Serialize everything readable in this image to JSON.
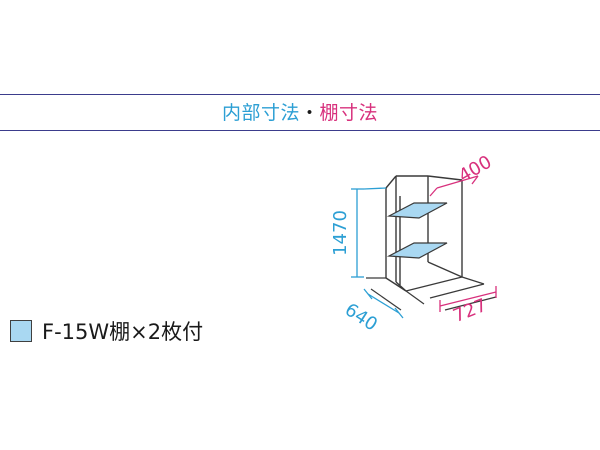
{
  "header": {
    "title_part1": "内部寸法",
    "title_separator": "・",
    "title_part2": "棚寸法"
  },
  "dimensions": {
    "height": "1470",
    "shelf_depth": "400",
    "depth": "640",
    "width": "727"
  },
  "legend": {
    "label": "F-15W棚×2枚付"
  },
  "colors": {
    "rule": "#3b3c8c",
    "internal_dimension": "#2c9fd4",
    "shelf_dimension": "#d8317d",
    "separator": "#1a1a1a",
    "shelf_fill": "#a9d8f2",
    "frame": "#3a3a3a"
  }
}
